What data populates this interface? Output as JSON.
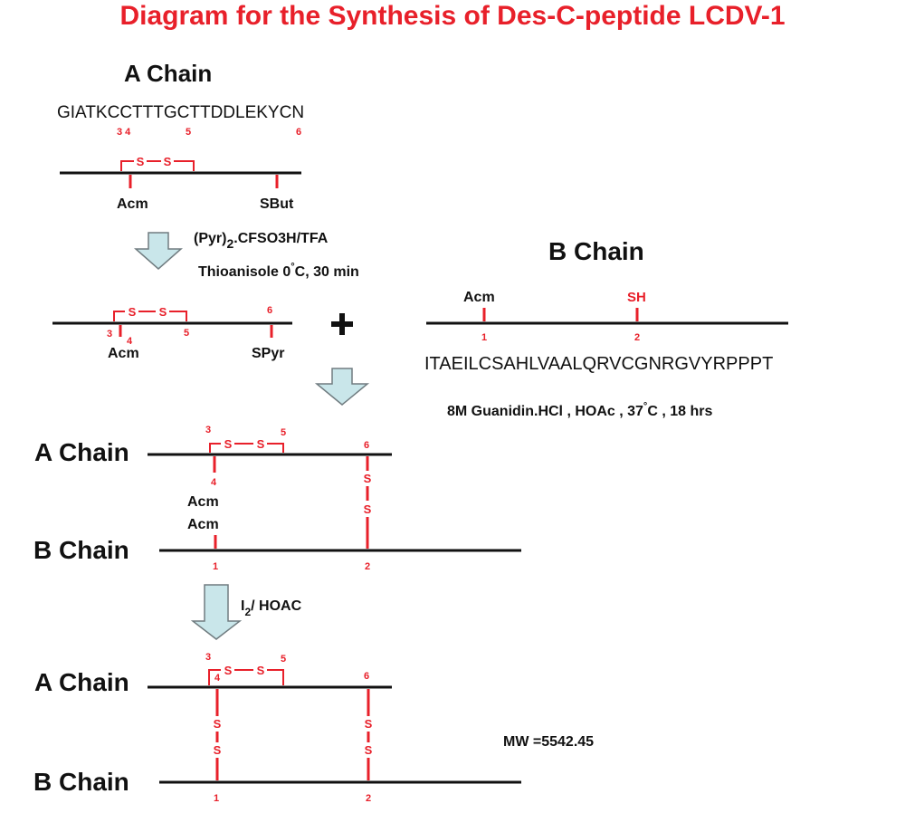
{
  "title": "Diagram for the Synthesis of Des-C-peptide LCDV-1",
  "a_chain_heading": "A Chain",
  "a_sequence": "GIATKCCTTTGCTTDDLEKYCN",
  "b_chain_heading": "B Chain",
  "b_sequence": "ITAEILCSAHLVAALQRVCGNRGVYRPPPT",
  "chain_labels": {
    "a": "A Chain",
    "b": "B Chain"
  },
  "positions": {
    "p1": "1",
    "p2": "2",
    "p3": "3",
    "p4": "4",
    "p5": "5",
    "p6": "6"
  },
  "a_seq_numbers": {
    "n34": "3 4",
    "n5": "5",
    "n6": "6"
  },
  "sulfur": "S",
  "groups": {
    "acm": "Acm",
    "sbut": "SBut",
    "spyr": "SPyr",
    "sh": "SH"
  },
  "plus_sign": "+",
  "step1": {
    "reagent_prefix": "(Pyr)",
    "reagent_sub": "2",
    "reagent_suffix": ".CFSO3H/TFA",
    "line2_prefix": "Thioanisole  0",
    "line2_sup": "°",
    "line2_suffix": "C, 30 min"
  },
  "step2": {
    "prefix": "8M Guanidin.HCl ,  HOAc , 37",
    "sup": "°",
    "suffix": "C , 18 hrs"
  },
  "step3": {
    "prefix": "I",
    "sub": "2",
    "suffix": "/ HOAC"
  },
  "mw": "MW =5542.45",
  "colors": {
    "title_red": "#e8202a",
    "bond_red": "#e8202a",
    "arrow_fill": "#c9e6ea"
  },
  "icons": {
    "down_arrow": "down-arrow-icon",
    "plus": "plus-icon"
  }
}
